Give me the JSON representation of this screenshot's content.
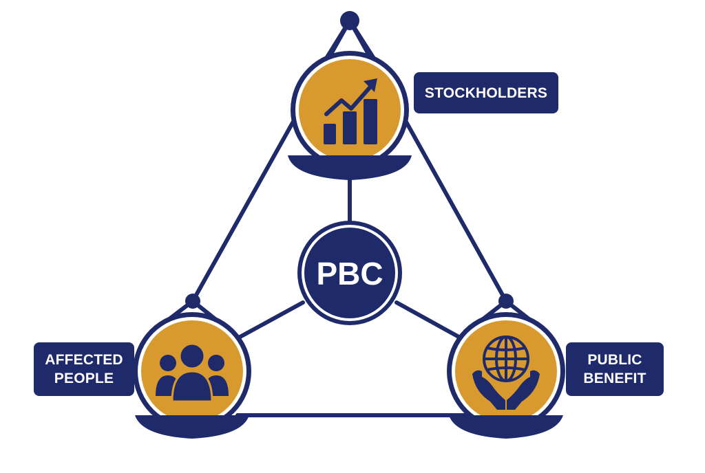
{
  "diagram": {
    "center": {
      "text": "PBC"
    },
    "nodes": [
      {
        "id": "stockholders",
        "icon": "bar-chart-growth-icon",
        "label": [
          "STOCKHOLDERS"
        ]
      },
      {
        "id": "affected-people",
        "icon": "people-group-icon",
        "label": [
          "AFFECTED",
          "PEOPLE"
        ]
      },
      {
        "id": "public-benefit",
        "icon": "globe-in-hands-icon",
        "label": [
          "PUBLIC",
          "BENEFIT"
        ]
      }
    ]
  },
  "colors": {
    "navy": "#1f2a6b",
    "gold": "#d89a2e",
    "white": "#ffffff"
  }
}
